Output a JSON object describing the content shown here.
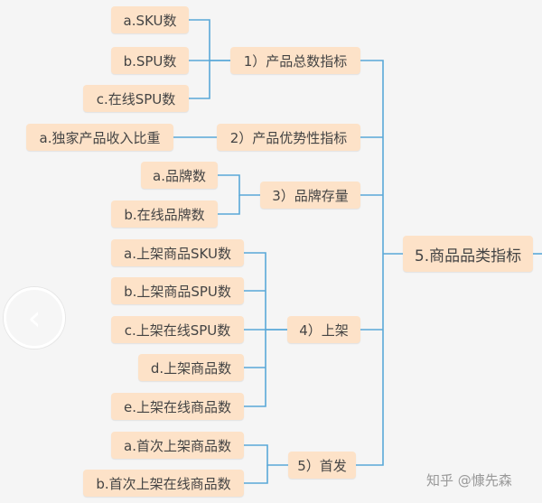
{
  "diagram": {
    "root": "5.商品品类指标",
    "groups": [
      {
        "label": "1）产品总数指标",
        "children": [
          "a.SKU数",
          "b.SPU数",
          "c.在线SPU数"
        ]
      },
      {
        "label": "2）产品优势性指标",
        "children": [
          "a.独家产品收入比重"
        ]
      },
      {
        "label": "3）品牌存量",
        "children": [
          "a.品牌数",
          "b.在线品牌数"
        ]
      },
      {
        "label": "4）上架",
        "children": [
          "a.上架商品SKU数",
          "b.上架商品SPU数",
          "c.上架在线SPU数",
          "d.上架商品数",
          "e.上架在线商品数"
        ]
      },
      {
        "label": "5）首发",
        "children": [
          "a.首次上架商品数",
          "b.首次上架在线商品数"
        ]
      }
    ]
  },
  "watermark": "知乎 @慷先森",
  "icons": {
    "nav": "chevron-left-icon"
  },
  "colors": {
    "node": "#fde2c8",
    "line": "#5aa8d8",
    "text": "#444444"
  }
}
